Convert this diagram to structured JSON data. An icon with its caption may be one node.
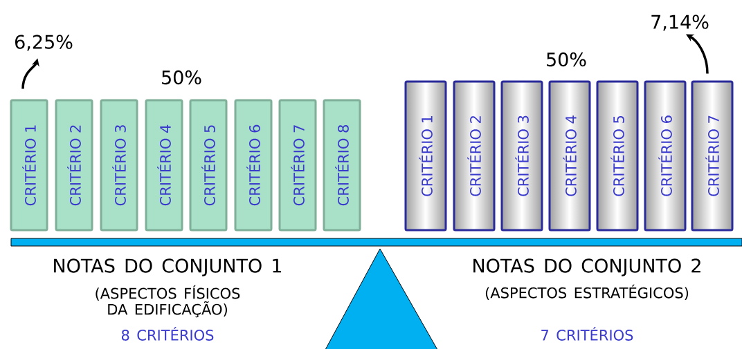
{
  "diagram": {
    "nodes": [
      {
        "text": [
          "CRITÉRIO 1"
        ]
      },
      {
        "text": [
          "CRITÉRIO 2"
        ]
      },
      {
        "text": [
          "CRITÉRIO 3"
        ]
      },
      {
        "text": [
          "CRITÉRIO 4"
        ]
      },
      {
        "text": [
          "CRITÉRIO 5"
        ]
      },
      {
        "text": [
          "CRITÉRIO 6"
        ]
      },
      {
        "text": [
          "CRITÉRIO 7"
        ]
      },
      {
        "text": [
          "CRITÉRIO 8"
        ]
      },
      {
        "text": [
          "CRITÉRIO 1"
        ]
      },
      {
        "text": [
          "CRITÉRIO 2"
        ]
      },
      {
        "text": [
          "CRITÉRIO 3"
        ]
      },
      {
        "text": [
          "CRITÉRIO 4"
        ]
      },
      {
        "text": [
          "CRITÉRIO 5"
        ]
      },
      {
        "text": [
          "CRITÉRIO 6"
        ]
      },
      {
        "text": [
          "CRITÉRIO 7"
        ]
      },
      {
        "text": [
          "6,25%"
        ]
      },
      {
        "text": [
          "7,14%"
        ]
      }
    ],
    "edges": [
      {
        "from": 0,
        "to": 15,
        "arrow": "to"
      },
      {
        "from": 14,
        "to": 16,
        "arrow": "to"
      }
    ],
    "labels": [
      "50%",
      "50%",
      "NOTAS DO CONJUNTO 1",
      "(ASPECTOS FÍSICOS DA EDIFICAÇÃO)",
      "8 CRITÉRIOS",
      "NOTAS DO CONJUNTO 2",
      "(ASPECTOS ESTRATÉGICOS)",
      "7 CRITÉRIOS"
    ]
  }
}
